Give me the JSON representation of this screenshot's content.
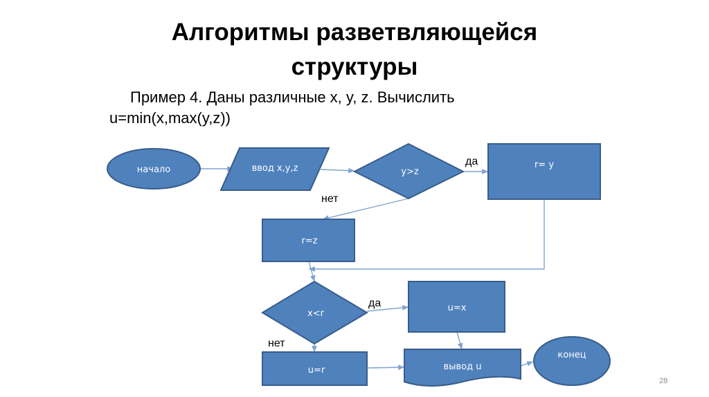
{
  "slide": {
    "title_line1": "Алгоритмы разветвляющейся",
    "title_line2": "структуры",
    "example_line1": "Пример 4. Даны различные x, y, z. Вычислить",
    "example_line2": "u=min(x,max(y,z))",
    "page_number": "28"
  },
  "colors": {
    "shape_fill": "#4F81BD",
    "shape_stroke": "#385D8A",
    "connector": "#7FA3CF",
    "shape_text": "#ffffff"
  },
  "flowchart": {
    "start": "начало",
    "input": "ввод x,y,z",
    "condition1": "y>z",
    "condition1_yes": "да",
    "condition1_no": "нет",
    "assign_r_y": "r= y",
    "assign_r_z": "r=z",
    "condition2": "x<r",
    "condition2_yes": "да",
    "condition2_no": "нет",
    "assign_u_x": "u=x",
    "assign_u_r": "u=r",
    "output": "вывод u",
    "end": "конец"
  }
}
